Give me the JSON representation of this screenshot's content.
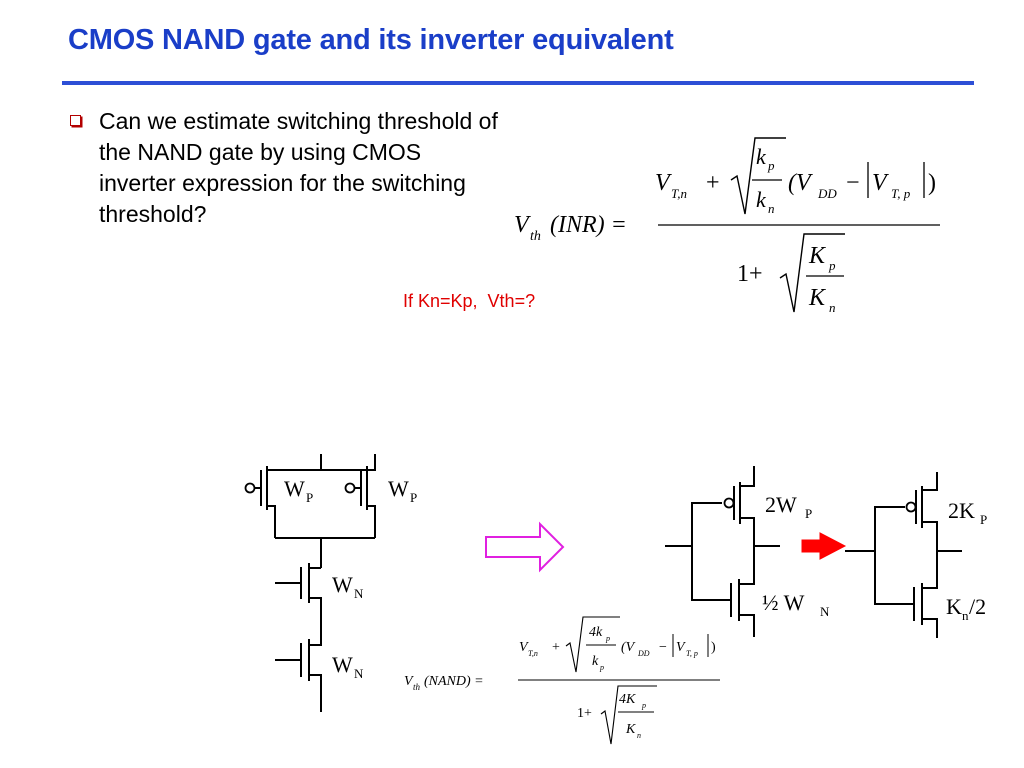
{
  "slide": {
    "title": "CMOS NAND gate and its inverter equivalent",
    "bullet_text": "Can we estimate switching threshold of the NAND gate by using CMOS inverter expression for the switching threshold?",
    "question": "If Kn=Kp,  Vth=?"
  },
  "colors": {
    "title": "#1a3ec8",
    "rule": "#2d4fd6",
    "bullet": "#b30000",
    "question": "#e00000",
    "arrow_outline": "#e020e0",
    "arrow_solid": "#ff0000"
  },
  "formula_inr": {
    "lhs": "V",
    "lhs_sub": "th",
    "lhs_arg": "(INR) =",
    "num_v": "V",
    "num_v_sub": "T,n",
    "plus": "+",
    "kp": "k",
    "kp_sub": "p",
    "kn": "k",
    "kn_sub": "n",
    "vdd_open": "(V",
    "vdd_sub": "DD",
    "minus": "−",
    "vtp": "V",
    "vtp_sub": "T, p",
    "close": ")",
    "den_one": "1+",
    "Kp": "K",
    "Kp_sub": "p",
    "Kn": "K",
    "Kn_sub": "n"
  },
  "formula_nand": {
    "lhs": "V",
    "lhs_sub": "th",
    "lhs_arg": "(NAND) =",
    "num_v": "V",
    "num_v_sub": "T,n",
    "plus": "+",
    "num_coef": "4k",
    "num_coef_sub": "p",
    "den_k": "k",
    "den_k_sub": "p",
    "vdd_open": "(V",
    "vdd_sub": "DD",
    "minus": "−",
    "vtp": "V",
    "vtp_sub": "T, p",
    "close": ")",
    "den_one": "1+",
    "Kcoef": "4K",
    "Kcoef_sub": "p",
    "Kden": "K",
    "Kden_sub": "n"
  },
  "nand_circuit": {
    "wp1": "W",
    "wp1_sub": "P",
    "wp2": "W",
    "wp2_sub": "P",
    "wn1": "W",
    "wn1_sub": "N",
    "wn2": "W",
    "wn2_sub": "N"
  },
  "inverter_w": {
    "pmos": "2W",
    "pmos_sub": "P",
    "nmos": "½ W",
    "nmos_sub": "N"
  },
  "inverter_k": {
    "pmos": "2K",
    "pmos_sub": "P",
    "nmos": "K",
    "nmos_sub": "n",
    "nmos_suffix": "/2"
  }
}
